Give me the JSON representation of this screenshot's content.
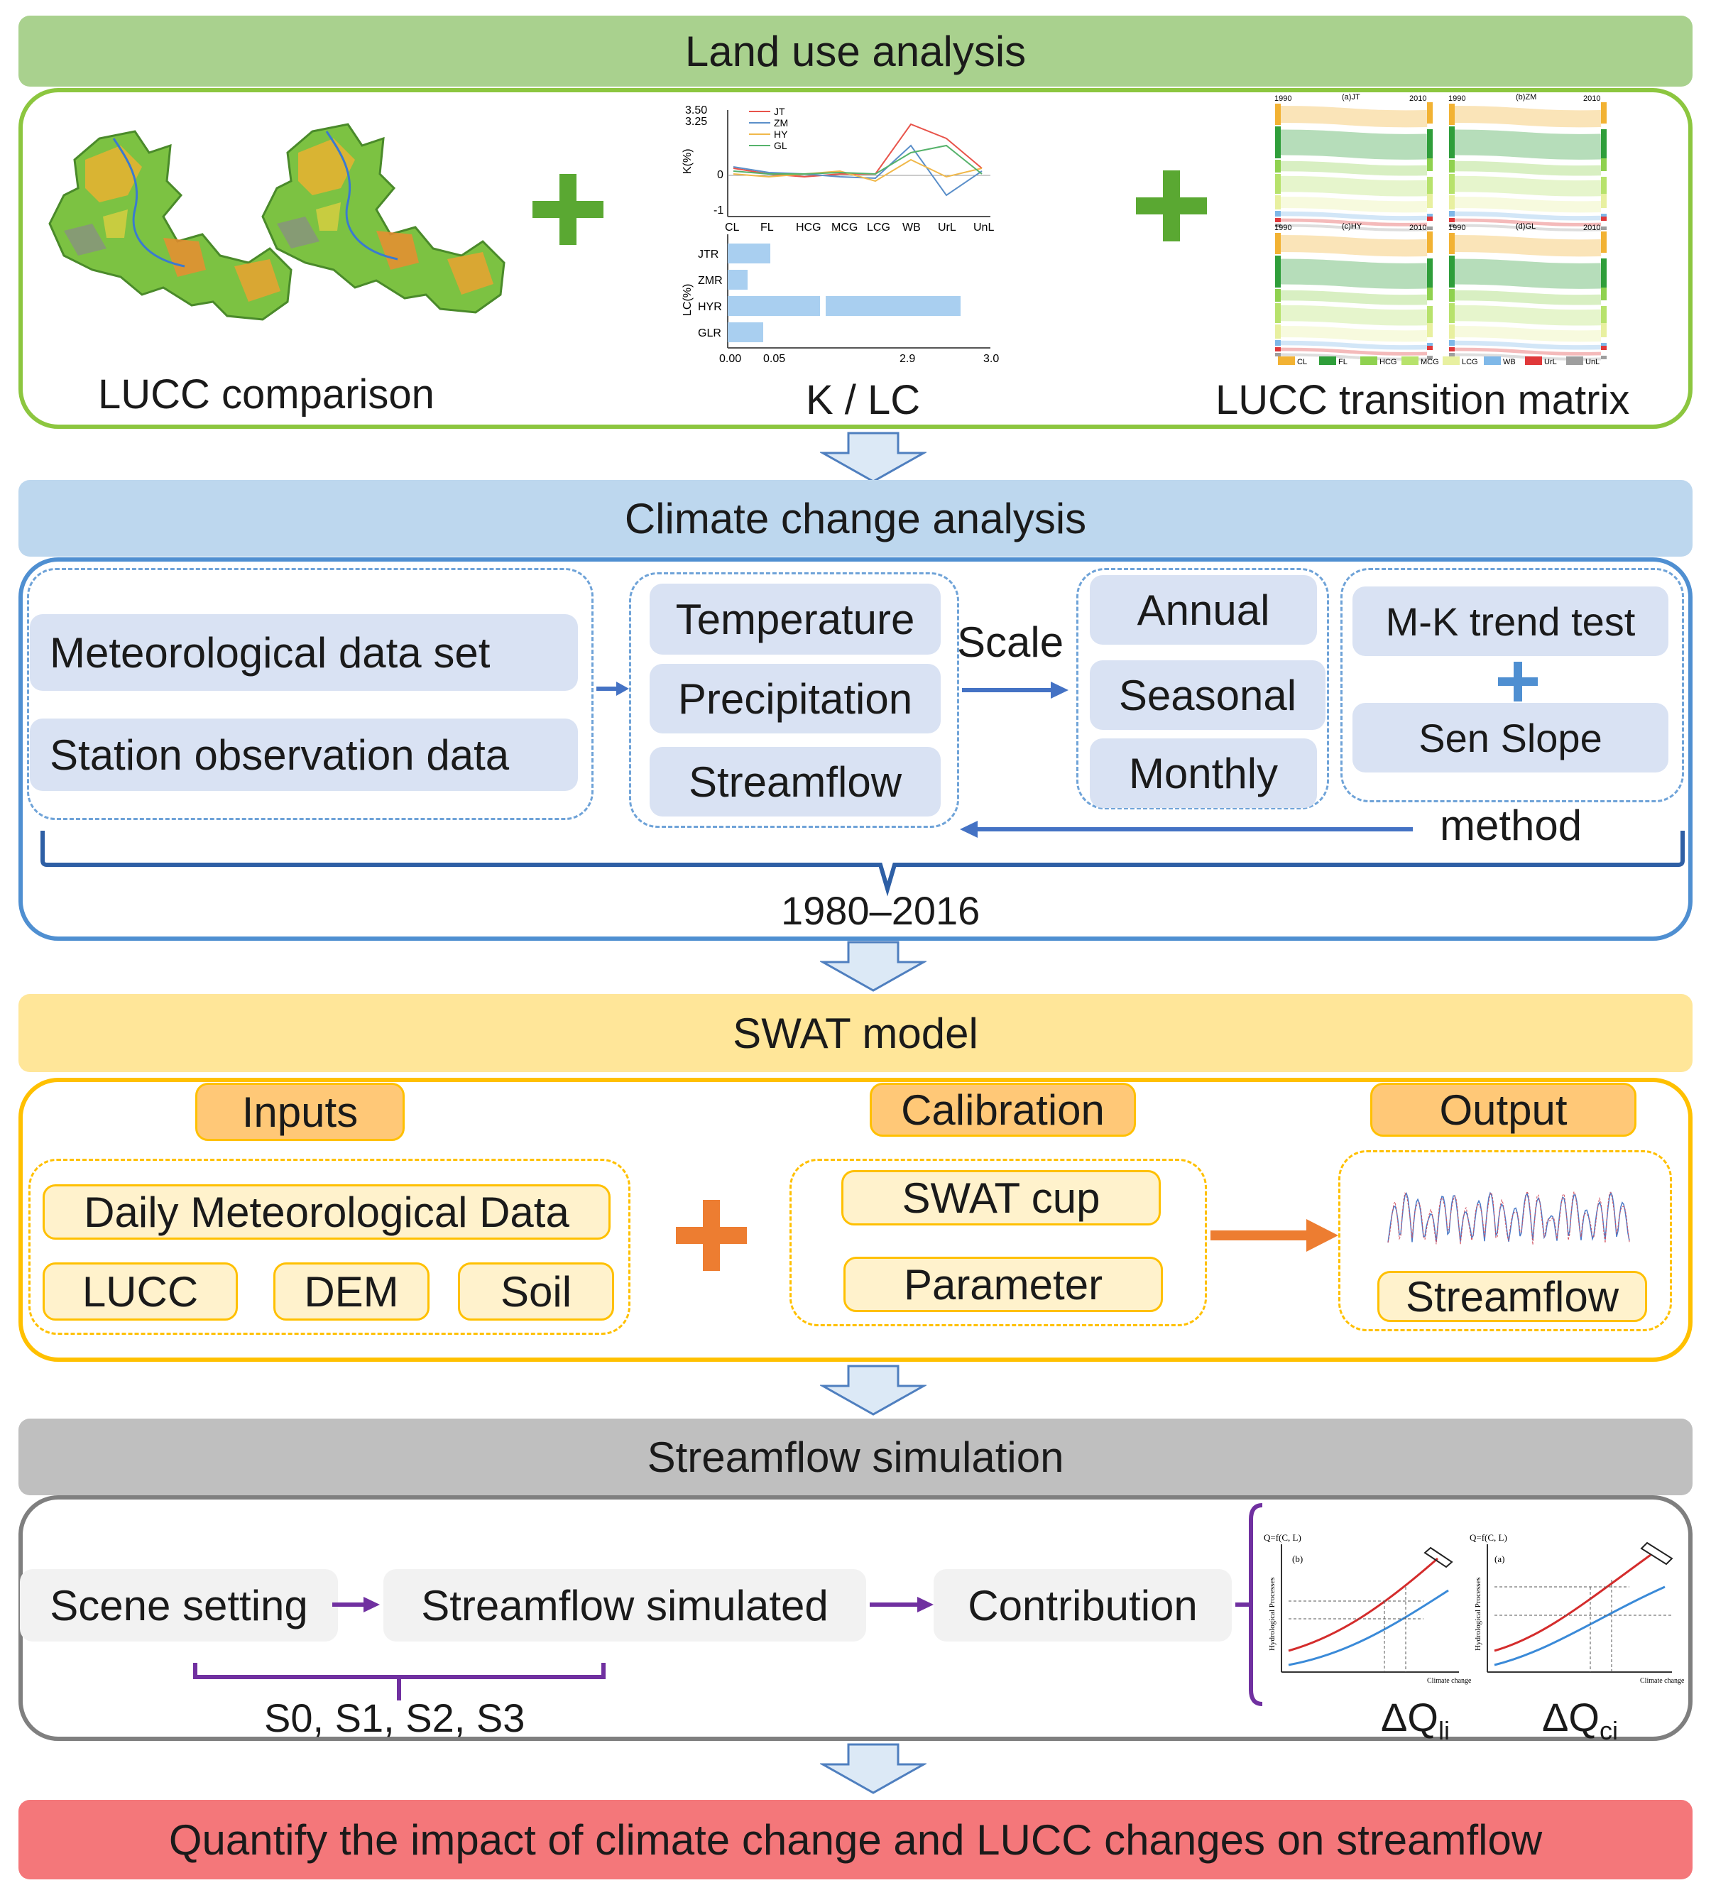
{
  "sections": {
    "land_use": {
      "title": "Land use analysis",
      "captions": {
        "lucc_comparison": "LUCC comparison",
        "k_lc": "K / LC",
        "transition": "LUCC transition matrix"
      }
    },
    "climate": {
      "title": "Climate change analysis",
      "data_sets": [
        "Meteorological data set",
        "Station observation data"
      ],
      "variables": [
        "Temperature",
        "Precipitation",
        "Streamflow"
      ],
      "scale_label": "Scale",
      "scales": [
        "Annual",
        "Seasonal",
        "Monthly"
      ],
      "methods": [
        "M-K trend test",
        "Sen Slope"
      ],
      "method_label": "method",
      "period": "1980–2016"
    },
    "swat": {
      "title": "SWAT model",
      "inputs_header": "Inputs",
      "calibration_header": "Calibration",
      "output_header": "Output",
      "inputs": {
        "met": "Daily Meteorological Data",
        "lucc": "LUCC",
        "dem": "DEM",
        "soil": "Soil"
      },
      "calibration": [
        "SWAT cup",
        "Parameter"
      ],
      "output": "Streamflow"
    },
    "sim": {
      "title": "Streamflow simulation",
      "steps": [
        "Scene setting",
        "Streamflow simulated",
        "Contribution"
      ],
      "scenarios": "S0, S1, S2, S3",
      "dq_l": "ΔQ",
      "dq_l_sub": "li",
      "dq_c": "ΔQ",
      "dq_c_sub": "ci",
      "fig_eq": "Q=f(C, L)",
      "fig_b": "(b)",
      "fig_a": "(a)",
      "fig_xlabel": "Climate change",
      "fig_ylabel": "Hydrological Processes"
    },
    "final": {
      "text": "Quantify the impact of climate change and LUCC changes on streamflow"
    }
  },
  "mini_chart": {
    "line_legend": [
      "JT",
      "ZM",
      "HY",
      "GL"
    ],
    "line_colors": [
      "#e8534a",
      "#5b8fc9",
      "#f0b84a",
      "#56b26b"
    ],
    "x_categories": [
      "CL",
      "FL",
      "HCG",
      "MCG",
      "LCG",
      "WB",
      "UrL",
      "UnL"
    ],
    "y_label": "K(%)",
    "y_ticks": [
      "3.50",
      "3.25",
      "0",
      "-1"
    ],
    "bar_label": "LC(%)",
    "bar_categories": [
      "JTR",
      "ZMR",
      "HYR",
      "GLR"
    ],
    "bar_ticks": [
      "0.00",
      "0.05",
      "2.9",
      "3.0"
    ]
  },
  "sankey": {
    "panels": [
      "(a)JT",
      "(b)ZM",
      "(c)HY",
      "(d)GL"
    ],
    "years": [
      "1990",
      "2010"
    ],
    "legend": [
      "CL",
      "FL",
      "HCG",
      "MCG",
      "LCG",
      "WB",
      "UrL",
      "UnL"
    ],
    "legend_colors": [
      "#f2b233",
      "#2f9e3a",
      "#8fd14f",
      "#b7e26c",
      "#e8f0a0",
      "#7fb8e8",
      "#e0383a",
      "#9e9e9e"
    ]
  },
  "colors": {
    "green_banner": "#a9d18e",
    "green_border": "#8cc63f",
    "blue_banner": "#bdd7ee",
    "blue_border": "#4f8fd1",
    "yellow_banner": "#ffe699",
    "yellow_border": "#ffc000",
    "gray_banner": "#bfbfbf",
    "gray_border": "#7f7f7f",
    "red_banner": "#f4777a",
    "purple": "#7030a0",
    "orange": "#ed7d31"
  }
}
